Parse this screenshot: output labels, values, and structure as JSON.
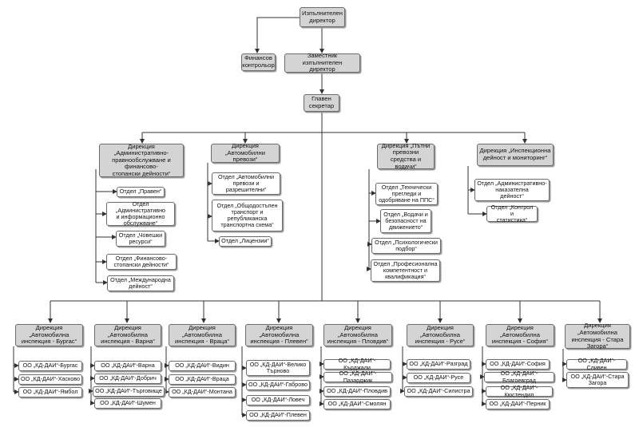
{
  "top": {
    "director": "Изпълнителен\nдиректор",
    "finance_controller": "Финансов\nконтрольор",
    "deputy": "Заместник изпълнителен\nдиректор",
    "secretary": "Главен\nсекретар"
  },
  "directorates": [
    {
      "title": "Дирекция „Административно-\nправнообслужване и\nфинансово-\nстопански дейности“",
      "departments": [
        "Отдел „Правен“",
        "Отдел „Административно\nи информационно\nобслужване“",
        "Отдел „Човешки\nресурси“",
        "Отдел „Финансово-\nстопански дейности“",
        "Отдел „Международна\nдейност“"
      ]
    },
    {
      "title": "Дирекция „Автомобилни\nпревози“",
      "departments": [
        "Отдел „Автомобилни\nпревози и\nразрешителни“",
        "Отдел „Общодостъпен\nтранспорт и\nрепубликанска\nтранспортна схема“",
        "Отдел „Лицензии“"
      ]
    },
    {
      "title": "Дирекция „Пътни\nпревозни\nсредства и водачи“",
      "departments": [
        "Отдел „Технически\nпрегледи и\nодобряване на ППС“",
        "Отдел „Водачи и\nбезопасност на\nдвижението“",
        "Отдел „Психологически\nподбор“",
        "Отдел „Професионална\nкомпетентност и\nквалификация“"
      ]
    },
    {
      "title": "Дирекция „Инспекционна\nдейност и мониторинг“",
      "departments": [
        "Отдел „Административно-\nнаказателна\nдейност“",
        "Отдел „Контрол и\nстатистика“"
      ]
    }
  ],
  "inspections": [
    {
      "title": "Дирекция „Автомобилна\nинспекция - Бургас“",
      "offices": [
        "ОО „КД-ДАИ“-Бургас",
        "ОО „КД-ДАИ“-Хасково",
        "ОО „КД-ДАИ“-Ямбол"
      ]
    },
    {
      "title": "Дирекция „Автомобилна\nинспекция - Варна“",
      "offices": [
        "ОО „КД-ДАИ“-Варна",
        "ОО „КД-ДАИ“-Добрич",
        "ОО „КД-ДАИ“-Търговище",
        "ОО „КД-ДАИ“-Шумен"
      ]
    },
    {
      "title": "Дирекция „Автомобилна\nинспекция - Враца“",
      "offices": [
        "ОО „КД-ДАИ“-Видин",
        "ОО „КД-ДАИ“-Враца",
        "ОО „КД-ДАИ“-Монтана"
      ]
    },
    {
      "title": "Дирекция „Автомобилна\nинспекция - Плевен“",
      "offices": [
        "ОО „КД-ДАИ“-Велико\nТърново",
        "ОО „КД-ДАИ“-Габрово",
        "ОО „КД-ДАИ“-Ловеч",
        "ОО „КД-ДАИ“-Плевен"
      ]
    },
    {
      "title": "Дирекция „Автомобилна\nинспекция - Пловдив“",
      "offices": [
        "ОО „КД-ДАИ“-Кърджали",
        "ОО „КД-ДАИ“-Пазарджик",
        "ОО „КД-ДАИ“-Пловдив",
        "ОО „КД-ДАИ“-Смолян"
      ]
    },
    {
      "title": "Дирекция „Автомобилна\nинспекция - Русе“",
      "offices": [
        "ОО „КД-ДАИ“-Разград",
        "ОО „КД-ДАИ“-Русе",
        "ОО „КД-ДАИ“-Силистра"
      ]
    },
    {
      "title": "Дирекция „Автомобилна\nинспекция - София“",
      "offices": [
        "ОО „КД-ДАИ“-София",
        "ОО „КД-ДАИ“-Благоевград",
        "ОО „КД-ДАИ“-Кюстендил",
        "ОО „КД-ДАИ“-Перник"
      ]
    },
    {
      "title": "Дирекция „Автомобилна\nинспекция - Стара\nЗагора“",
      "offices": [
        "ОО „КД-ДАИ“-Сливен",
        "ОО „КД-ДАИ“-Стара\nЗагора"
      ]
    }
  ]
}
